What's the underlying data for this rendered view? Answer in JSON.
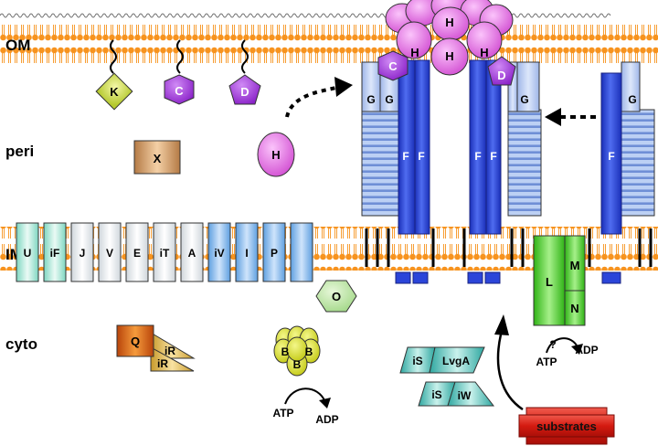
{
  "compartments": {
    "om": "OM",
    "peri": "peri",
    "im": "IM",
    "cyto": "cyto"
  },
  "om_lipoproteins": [
    "K",
    "C",
    "D"
  ],
  "periplasmic": {
    "x": "X",
    "h": "H"
  },
  "im_strip": [
    "U",
    "iF",
    "J",
    "V",
    "E",
    "iT",
    "A",
    "iV",
    "I",
    "P"
  ],
  "o_protein": "O",
  "cytoplasmic": {
    "q": "Q",
    "ir_top": "iR",
    "ir_bottom": "iR",
    "b": "B"
  },
  "atpase_b": {
    "atp": "ATP",
    "adp": "ADP"
  },
  "secretin": {
    "h": "H",
    "c": "C",
    "d": "D"
  },
  "pilus_labels": {
    "g": "G",
    "f": "F"
  },
  "lmn": {
    "l": "L",
    "m": "M",
    "n": "N",
    "question": "?",
    "atp": "ATP",
    "adp": "ADP"
  },
  "chaperones": {
    "is_top": "iS",
    "lvga": "LvgA",
    "is_bottom": "iS",
    "iw": "iW"
  },
  "substrates": "substrates",
  "colors": {
    "membrane": "#f7931e",
    "pink": "#e05fe0",
    "purple": "#9b2fd6",
    "blue": "#2b45d9",
    "light_blue": "#b7c9ef",
    "green": "#4ccf2a",
    "red": "#e3241b"
  }
}
